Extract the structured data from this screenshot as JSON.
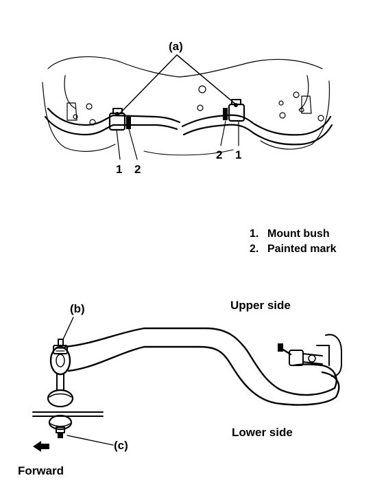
{
  "callouts": {
    "a": "(a)",
    "b": "(b)",
    "c": "(c)",
    "left_bush_num": "1",
    "left_mark_num": "2",
    "right_mark_num": "2",
    "right_bush_num": "1"
  },
  "legend": [
    {
      "num": "1.",
      "text": "Mount bush"
    },
    {
      "num": "2.",
      "text": "Painted mark"
    }
  ],
  "labels": {
    "upper_side": "Upper side",
    "lower_side": "Lower side",
    "forward": "Forward"
  }
}
